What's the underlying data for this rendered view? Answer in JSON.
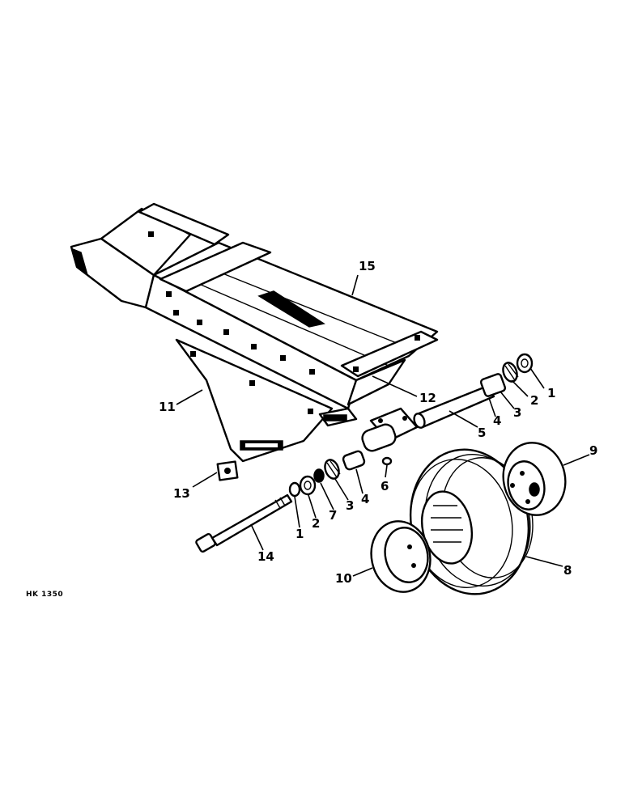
{
  "drawing_code": "HK 1350",
  "callouts": {
    "c15": "15",
    "c12": "12",
    "c11": "11",
    "c1a": "1",
    "c2a": "2",
    "c3a": "3",
    "c4a": "4",
    "c5": "5",
    "c6": "6",
    "c4b": "4",
    "c3b": "3",
    "c7": "7",
    "c2b": "2",
    "c1b": "1",
    "c13": "13",
    "c14": "14",
    "c9": "9",
    "c8": "8",
    "c10": "10"
  }
}
